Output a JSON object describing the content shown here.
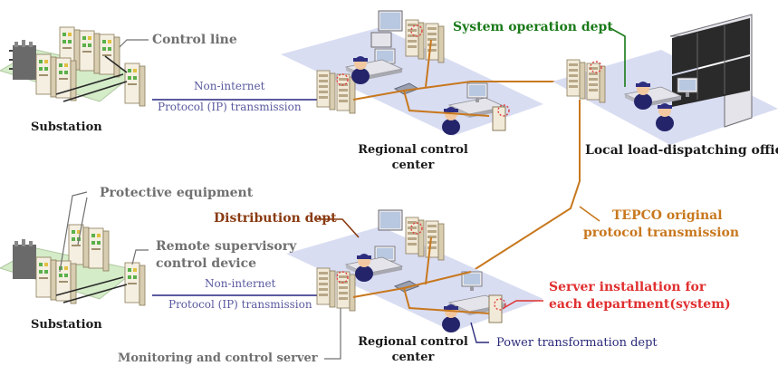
{
  "colors": {
    "blue_link": "#5a5aa0",
    "orange_link": "#c8781e",
    "platform": "#d9ddf2",
    "substation_ground": "#d4ecc8",
    "gray_label": "#707070",
    "brown_label": "#8a3b12",
    "green_label": "#1a7a1a",
    "red_label": "#e03030",
    "navy_label": "#2a2a7a",
    "orange_label": "#c8781e"
  },
  "icons": [
    "substation-icon",
    "server-rack-icon",
    "operator-icon",
    "monitor-icon",
    "network-switch-icon",
    "video-wall-icon"
  ],
  "top": {
    "control_line": "Control line",
    "substation": "Substation",
    "non_internet": "Non-internet",
    "protocol_ip": "Protocol (IP) transmission",
    "regional_center_line1": "Regional control",
    "regional_center_line2": "center",
    "system_operation": "System operation dept",
    "local_office": "Local load-dispatching office"
  },
  "bottom": {
    "protective_equipment": "Protective equipment",
    "remote_device_line1": "Remote supervisory",
    "remote_device_line2": "control device",
    "distribution": "Distribution dept",
    "tepco_line1": "TEPCO original",
    "tepco_line2": "protocol transmission",
    "server_install_line1": "Server installation for",
    "server_install_line2": "each department(system)",
    "non_internet": "Non-internet",
    "protocol_ip": "Protocol (IP) transmission",
    "substation": "Substation",
    "regional_center_line1": "Regional control",
    "regional_center_line2": "center",
    "power_transformation": "Power transformation dept",
    "monitoring_server": "Monitoring and control server"
  }
}
